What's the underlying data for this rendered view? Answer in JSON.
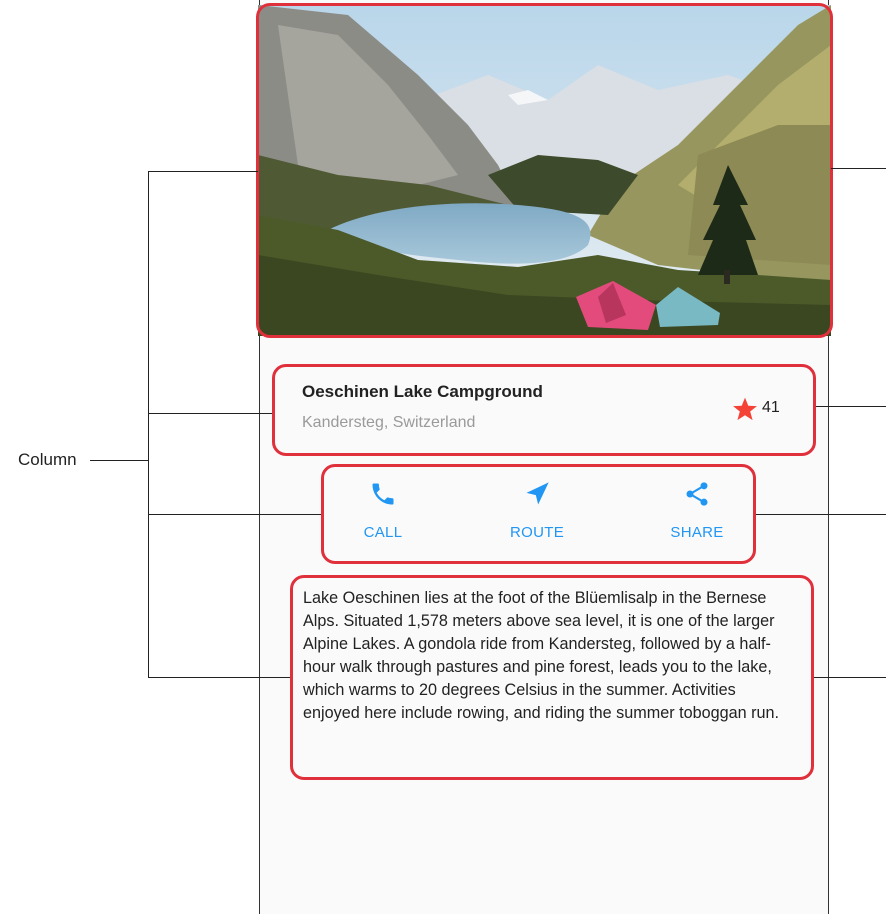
{
  "diagram": {
    "column_label": "Column"
  },
  "hero": {
    "alt": "Oeschinen Lake with mountains and tents"
  },
  "title_section": {
    "title": "Oeschinen Lake Campground",
    "subtitle": "Kandersteg, Switzerland",
    "rating": "41",
    "star_color": "#f44336"
  },
  "buttons": [
    {
      "label": "CALL",
      "icon": "phone-icon"
    },
    {
      "label": "ROUTE",
      "icon": "navigation-icon"
    },
    {
      "label": "SHARE",
      "icon": "share-icon"
    }
  ],
  "accent_color": "#2196f3",
  "highlight_color": "#e0303c",
  "description": "Lake Oeschinen lies at the foot of the Blüemlisalp in the Bernese Alps. Situated 1,578 meters above sea level, it is one of the larger Alpine Lakes. A gondola ride from Kandersteg, followed by a half-hour walk through pastures and pine forest, leads you to the lake, which warms to 20 degrees Celsius in the summer. Activities enjoyed here include rowing, and riding the summer toboggan run."
}
